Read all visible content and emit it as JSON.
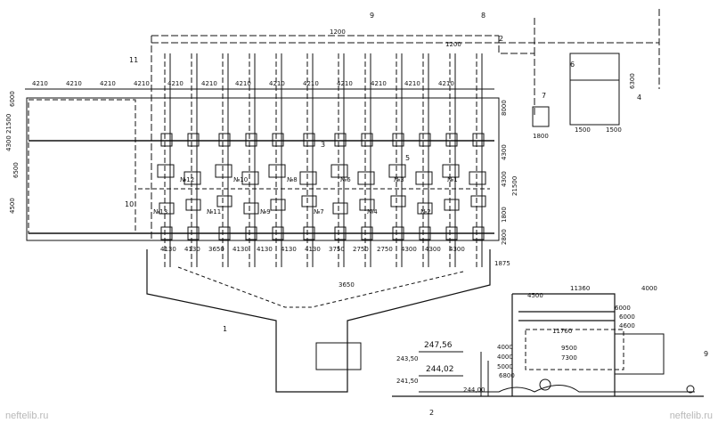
{
  "watermark": {
    "left": "neftelib.ru",
    "right": "neftelib.ru"
  },
  "plan": {
    "top_dims": [
      "4210",
      "4210",
      "4210",
      "4210",
      "4210",
      "4210",
      "4210",
      "4210",
      "4210",
      "4210",
      "4210",
      "4210",
      "4210"
    ],
    "bottom_dims": [
      "4130",
      "4130",
      "3650",
      "4130",
      "4130",
      "4130",
      "4130",
      "3750",
      "2750",
      "2750",
      "4300",
      "4300",
      "4300"
    ],
    "left_dims": [
      "21500",
      "4500",
      "6500",
      "4300",
      "6000"
    ],
    "right_dims": [
      "8000",
      "4300",
      "4300",
      "1800",
      "2800",
      "21500"
    ],
    "equipment_tags": [
      "№13",
      "№12",
      "№11",
      "№10",
      "№9",
      "№8",
      "№7",
      "№6",
      "№4",
      "№3",
      "№2",
      "№1"
    ],
    "leader_numbers": [
      "1",
      "2",
      "3",
      "4",
      "5",
      "6",
      "7",
      "8",
      "9",
      "10",
      "11"
    ],
    "misc_labels": [
      "1200",
      "1200",
      "1800",
      "1875",
      "1500",
      "1500",
      "6300",
      "3650"
    ]
  },
  "section": {
    "dims": [
      "4500",
      "11360",
      "11760",
      "4000",
      "9500",
      "7300",
      "6000",
      "4600",
      "4000",
      "4000",
      "6000",
      "5000",
      "6800"
    ],
    "elevations": [
      "247,56",
      "244,02",
      "244,00",
      "241,50",
      "243,50"
    ],
    "labels": [
      "2",
      "9"
    ]
  }
}
